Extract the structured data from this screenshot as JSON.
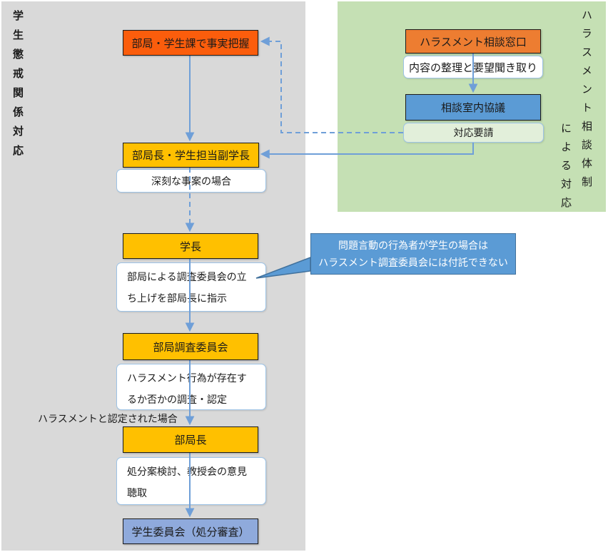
{
  "colors": {
    "panel_gray": "#D9D9D9",
    "panel_green": "#C5E0B4",
    "orange_bright": "#FB5D0C",
    "orange_soft": "#ED7D31",
    "gold": "#FFC000",
    "blue": "#5B9BD5",
    "periwinkle": "#8FAADC",
    "light_green": "#E2EFDA",
    "connector": "#6F9FD8",
    "callout_fill": "#5B9BD5",
    "callout_border": "#41719C",
    "note_border": "#9DC3E6"
  },
  "left_panel": {
    "title": "学生懲戒関係対応",
    "nodes": {
      "fact": "部局・学生課で事実把握",
      "vp": "部局長・学生担当副学長",
      "serious": "深刻な事案の場合",
      "president": "学長",
      "president_note": "部局による調査委員会の立ち上げを部局長に指示",
      "committee": "部局調査委員会",
      "committee_note": "ハラスメント行為が存在するか否かの調査・認定",
      "recognized_label": "ハラスメントと認定された場合",
      "director": "部局長",
      "director_note": "処分案検討、教授会の意見聴取",
      "student_committee": "学生委員会（処分審査）"
    }
  },
  "right_panel": {
    "title_col1": "ハラスメント相談体制",
    "title_col2": "による対応",
    "nodes": {
      "counter": "ハラスメント相談窓口",
      "counter_note": "内容の整理と要望聞き取り",
      "consult": "相談室内協議",
      "request": "対応要請"
    }
  },
  "callout": {
    "line1": "問題言動の行為者が学生の場合は",
    "line2": "ハラスメント調査委員会には付託できない"
  }
}
